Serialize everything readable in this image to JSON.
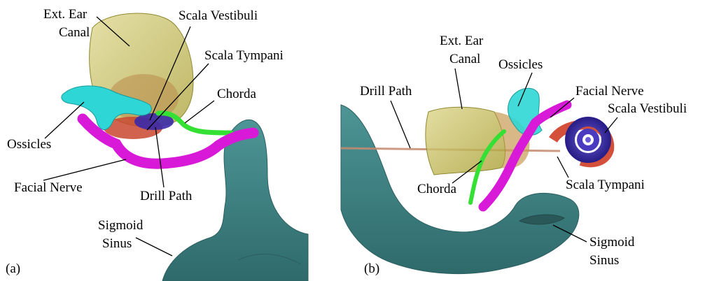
{
  "panel_a": {
    "tag": "(a)",
    "labels": {
      "ext_ear_canal_line1": "Ext. Ear",
      "ext_ear_canal_line2": "Canal",
      "scala_vestibuli": "Scala Vestibuli",
      "scala_tympani": "Scala Tympani",
      "chorda": "Chorda",
      "ossicles": "Ossicles",
      "facial_nerve": "Facial Nerve",
      "drill_path": "Drill Path",
      "sigmoid_sinus_line1": "Sigmoid",
      "sigmoid_sinus_line2": "Sinus"
    }
  },
  "panel_b": {
    "tag": "(b)",
    "labels": {
      "ext_ear_canal_line1": "Ext. Ear",
      "ext_ear_canal_line2": "Canal",
      "ossicles": "Ossicles",
      "drill_path": "Drill Path",
      "facial_nerve": "Facial Nerve",
      "scala_vestibuli": "Scala Vestibuli",
      "chorda": "Chorda",
      "scala_tympani": "Scala Tympani",
      "sigmoid_sinus_line1": "Sigmoid",
      "sigmoid_sinus_line2": "Sinus"
    }
  },
  "colors": {
    "ear_canal": "#c9c24a",
    "ossicles": "#2fd6d6",
    "facial_nerve": "#d81ad8",
    "chorda": "#33e033",
    "scala_vestibuli": "#3a2aa8",
    "scala_tympani": "#d4503a",
    "sigmoid_sinus": "#3d7f80"
  }
}
